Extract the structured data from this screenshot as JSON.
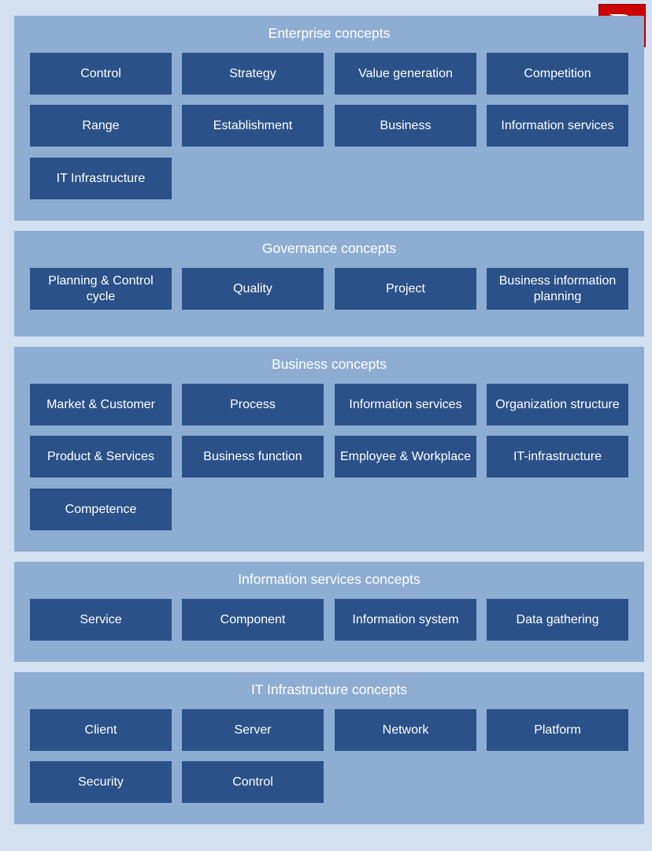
{
  "logo": {
    "letter": "D",
    "color": "#cc0000"
  },
  "colors": {
    "background": "#d3e0f0",
    "panel": "#8eadd3",
    "box": "#2a5289",
    "text": "#ffffff"
  },
  "sections": [
    {
      "title": "Enterprise concepts",
      "items": [
        "Control",
        "Strategy",
        "Value generation",
        "Competition",
        "Range",
        "Establishment",
        "Business",
        "Information services",
        "IT Infrastructure"
      ]
    },
    {
      "title": "Governance concepts",
      "items": [
        "Planning & Control cycle",
        "Quality",
        "Project",
        "Business information planning"
      ]
    },
    {
      "title": "Business concepts",
      "items": [
        "Market & Customer",
        "Process",
        "Information services",
        "Organization structure",
        "Product & Services",
        "Business function",
        "Employee & Workplace",
        "IT-infrastructure",
        "Competence"
      ]
    },
    {
      "title": "Information services concepts",
      "items": [
        "Service",
        "Component",
        "Information system",
        "Data gathering"
      ]
    },
    {
      "title": "IT Infrastructure concepts",
      "items": [
        "Client",
        "Server",
        "Network",
        "Platform",
        "Security",
        "Control"
      ]
    }
  ]
}
